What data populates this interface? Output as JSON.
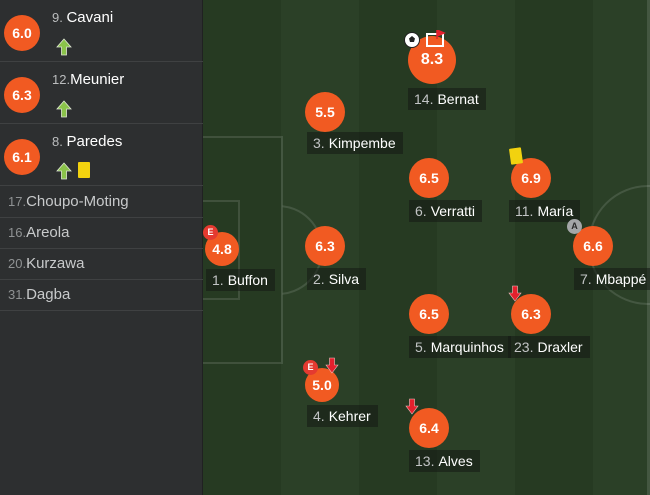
{
  "substitutes": [
    {
      "rating": "6.0",
      "number": "9.",
      "name": "Cavani",
      "subbed_on": true,
      "yellow": false
    },
    {
      "rating": "6.3",
      "number": "12.",
      "name": "Meunier",
      "subbed_on": true,
      "yellow": false
    },
    {
      "rating": "6.1",
      "number": "8.",
      "name": "Paredes",
      "subbed_on": true,
      "yellow": true
    }
  ],
  "unused_subs": [
    {
      "number": "17.",
      "name": "Choupo-Moting"
    },
    {
      "number": "16.",
      "name": "Areola"
    },
    {
      "number": "20.",
      "name": "Kurzawa"
    },
    {
      "number": "31.",
      "name": "Dagba"
    }
  ],
  "players": [
    {
      "rating": "8.3",
      "number": "14.",
      "name": "Bernat"
    },
    {
      "rating": "5.5",
      "number": "3.",
      "name": "Kimpembe"
    },
    {
      "rating": "6.5",
      "number": "6.",
      "name": "Verratti"
    },
    {
      "rating": "6.9",
      "number": "11.",
      "name": "María"
    },
    {
      "rating": "4.8",
      "number": "1.",
      "name": "Buffon"
    },
    {
      "rating": "6.3",
      "number": "2.",
      "name": "Silva"
    },
    {
      "rating": "6.6",
      "number": "7.",
      "name": "Mbappé"
    },
    {
      "rating": "6.5",
      "number": "5.",
      "name": "Marquinhos"
    },
    {
      "rating": "6.3",
      "number": "23.",
      "name": "Draxler"
    },
    {
      "rating": "5.0",
      "number": "4.",
      "name": "Kehrer"
    },
    {
      "rating": "6.4",
      "number": "13.",
      "name": "Alves"
    }
  ],
  "events": {
    "error_letter": "E",
    "captain_letter": "A"
  },
  "icons": {
    "sub_on": "arrow-up-icon",
    "sub_off": "arrow-down-icon",
    "yellow_card": "yellow-card-icon",
    "goal": "ball-icon",
    "assist": "corner-flag-icon"
  },
  "colors": {
    "rating_bg": "#f15a22",
    "sub_on": "#8bc34a",
    "sub_off": "#e4202d",
    "yellow": "#f2d20f"
  }
}
